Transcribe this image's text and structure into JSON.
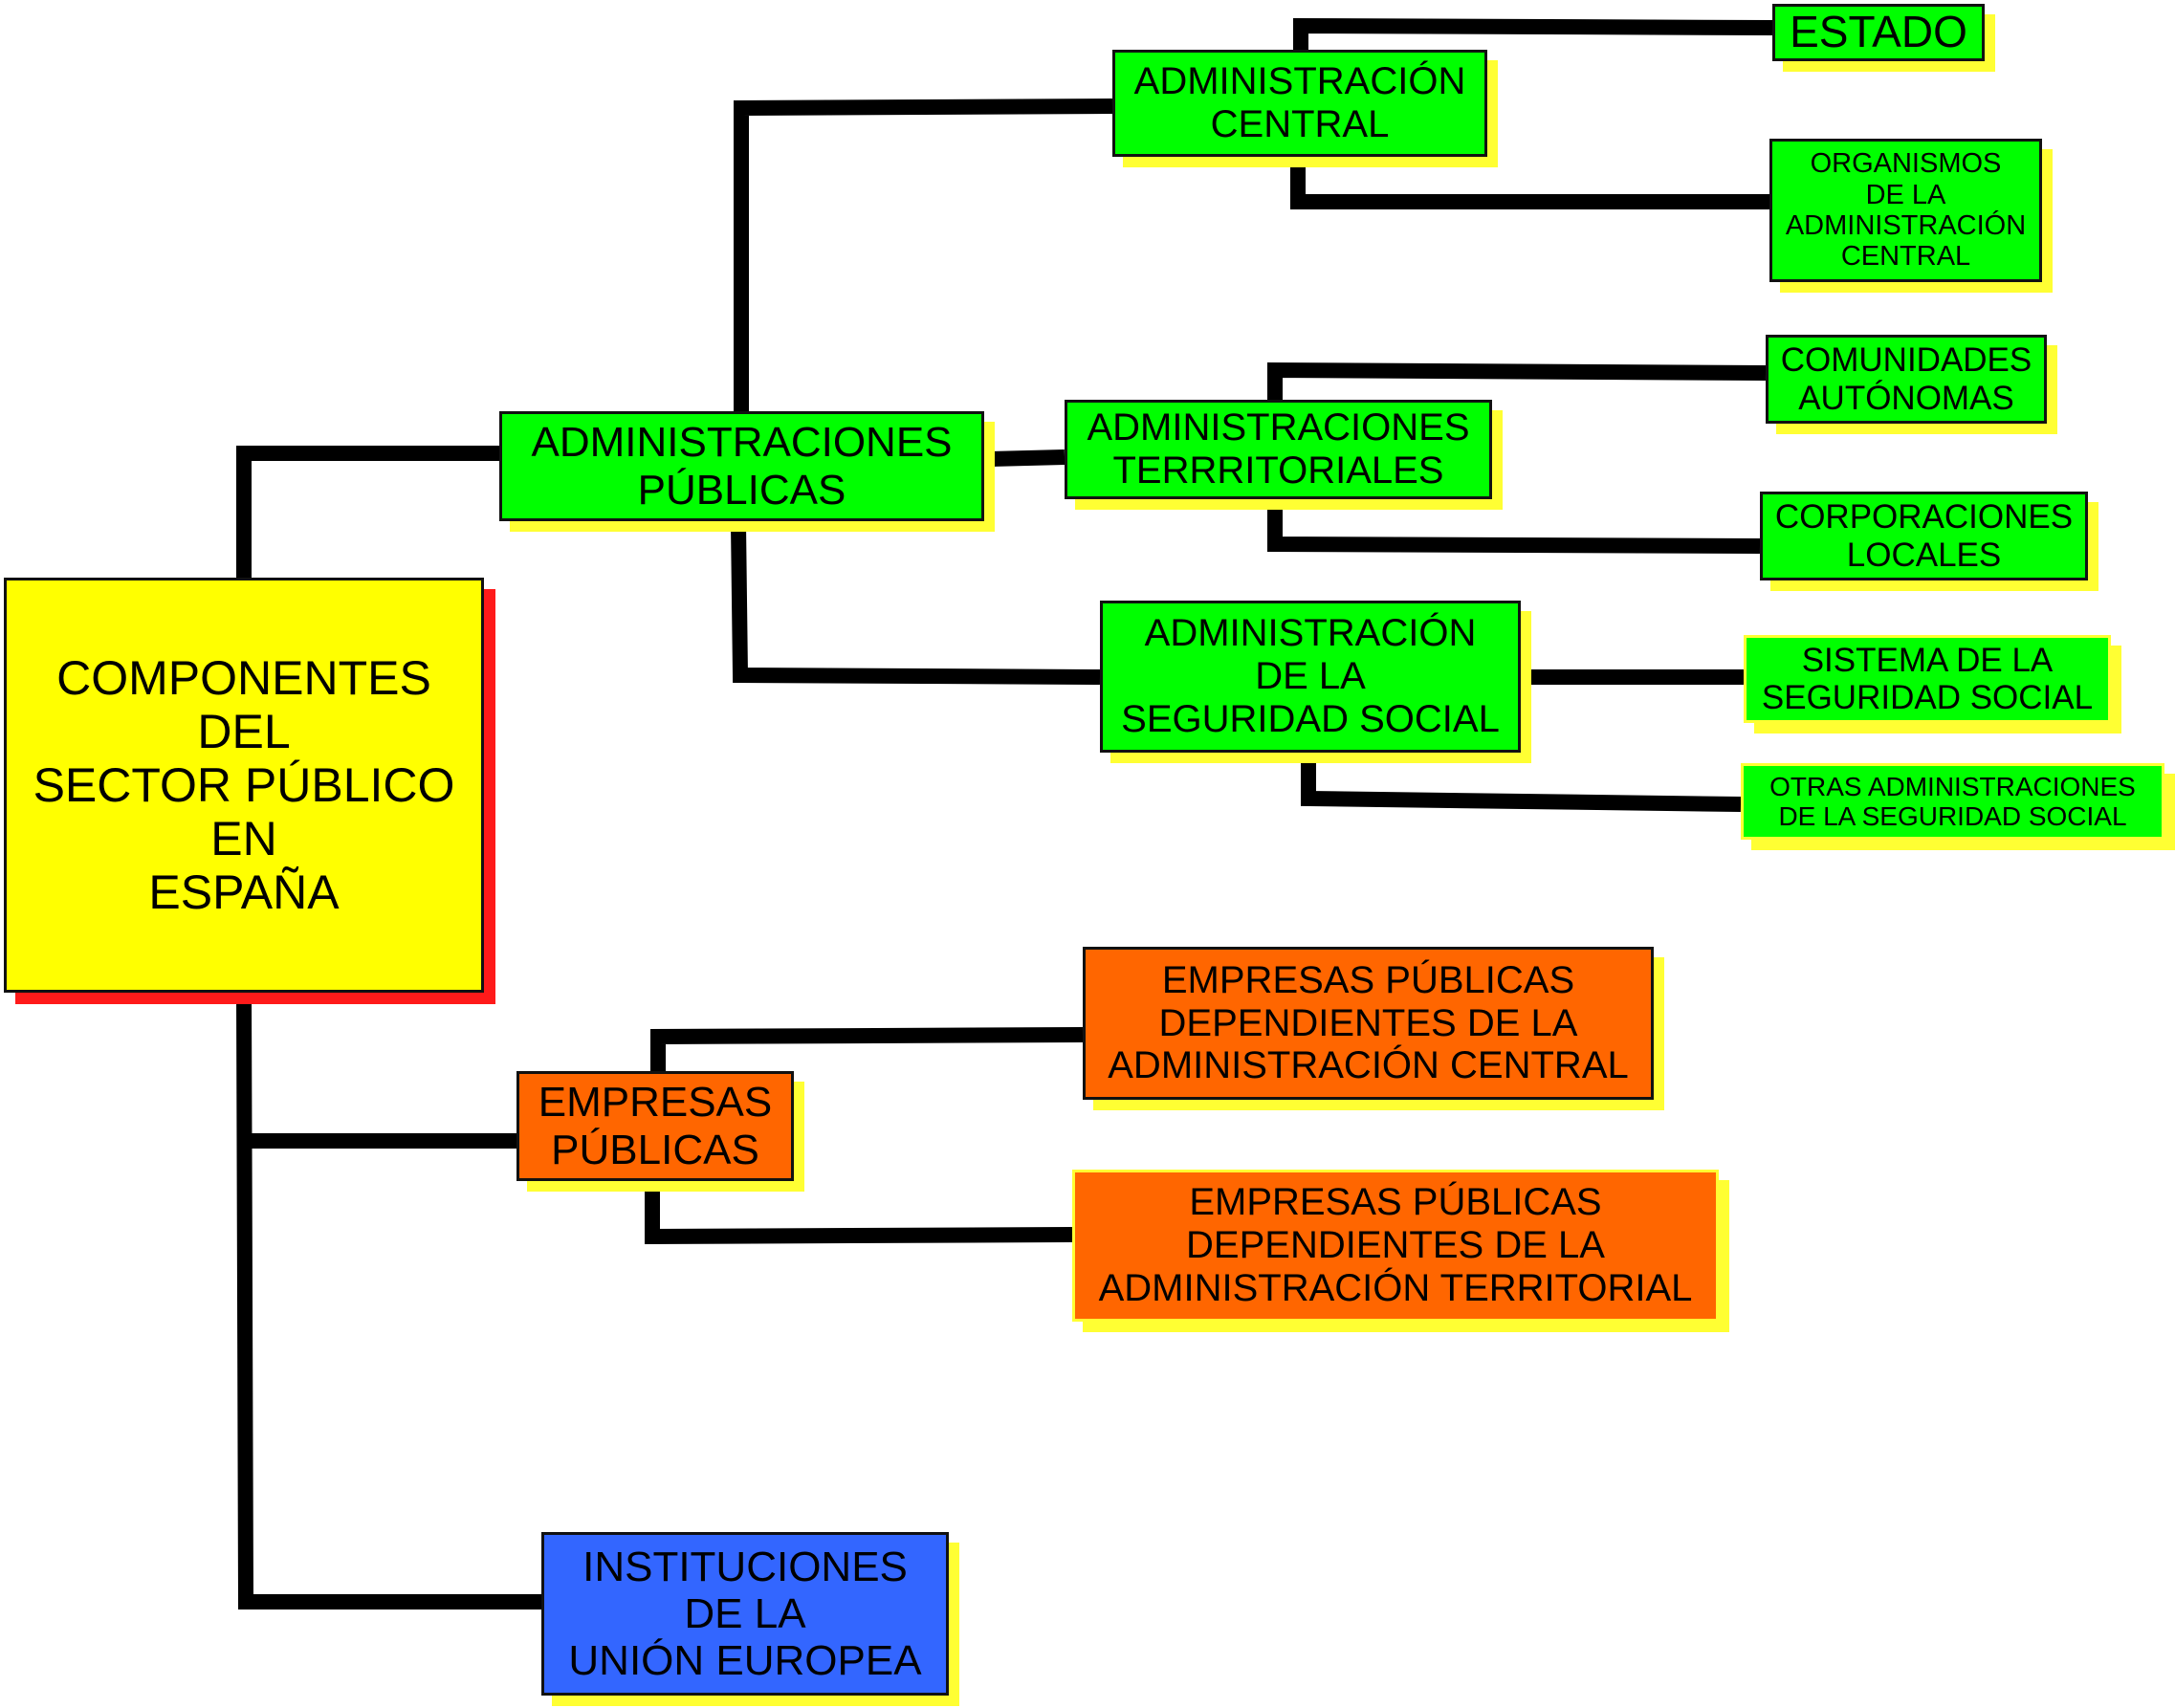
{
  "colors": {
    "root": "#ffff00",
    "green": "#00ff00",
    "orange": "#ff6600",
    "blue": "#3366ff",
    "shadow_yellow": "#ffff33",
    "shadow_red": "#ff1a1a",
    "line": "#000000"
  },
  "root": {
    "label": "COMPONENTES\nDEL\nSECTOR PÚBLICO\nEN\nESPAÑA"
  },
  "administraciones_publicas": {
    "label": "ADMINISTRACIONES\nPÚBLICAS"
  },
  "administracion_central": {
    "label": "ADMINISTRACIÓN\nCENTRAL"
  },
  "estado": {
    "label": "ESTADO"
  },
  "organismos_central": {
    "label": "ORGANISMOS\nDE LA\nADMINISTRACIÓN\nCENTRAL"
  },
  "administraciones_territoriales": {
    "label": "ADMINISTRACIONES\nTERRRITORIALES"
  },
  "comunidades_autonomas": {
    "label": "COMUNIDADES\nAUTÓNOMAS"
  },
  "corporaciones_locales": {
    "label": "CORPORACIONES\nLOCALES"
  },
  "administracion_seguridad_social": {
    "label": "ADMINISTRACIÓN\nDE LA\nSEGURIDAD SOCIAL"
  },
  "sistema_seguridad_social": {
    "label": "SISTEMA DE LA\nSEGURIDAD SOCIAL"
  },
  "otras_seguridad_social": {
    "label": "OTRAS ADMINISTRACIONES\nDE LA SEGURIDAD SOCIAL"
  },
  "empresas_publicas": {
    "label": "EMPRESAS\nPÚBLICAS"
  },
  "empresas_central": {
    "label": "EMPRESAS PÚBLICAS\nDEPENDIENTES DE LA\nADMINISTRACIÓN CENTRAL"
  },
  "empresas_territorial": {
    "label": "EMPRESAS PÚBLICAS\nDEPENDIENTES DE LA\nADMINISTRACIÓN TERRITORIAL"
  },
  "instituciones_ue": {
    "label": "INSTITUCIONES\nDE LA\nUNIÓN EUROPEA"
  }
}
